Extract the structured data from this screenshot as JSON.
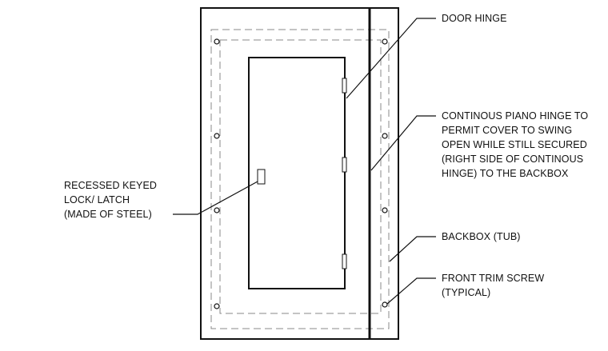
{
  "colors": {
    "line": "#111111",
    "hidden_line": "#888888",
    "background": "#ffffff"
  },
  "labels": {
    "door_hinge": [
      "DOOR HINGE"
    ],
    "piano_hinge": [
      "CONTINOUS PIANO HINGE TO",
      "PERMIT COVER TO SWING",
      "OPEN WHILE STILL SECURED",
      "(RIGHT SIDE OF CONTINOUS",
      "HINGE) TO THE BACKBOX"
    ],
    "lock": [
      "RECESSED KEYED",
      "LOCK/ LATCH",
      "(MADE OF STEEL)"
    ],
    "backbox": [
      "BACKBOX (TUB)"
    ],
    "trim_screw": [
      "FRONT TRIM SCREW",
      "(TYPICAL)"
    ]
  }
}
